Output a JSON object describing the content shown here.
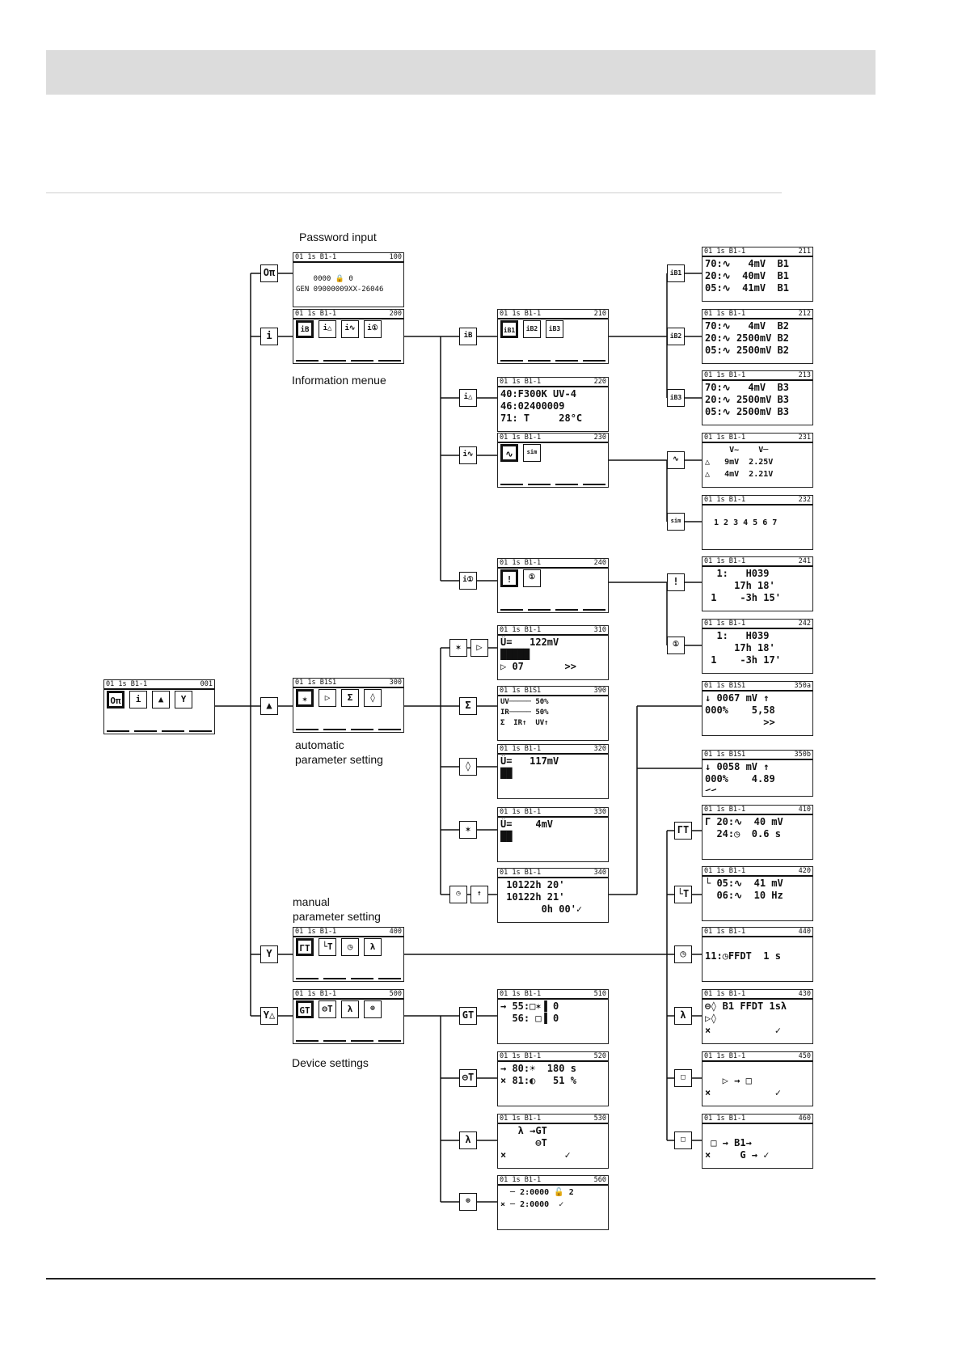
{
  "captions": {
    "password": "Password input",
    "information": "Information menue",
    "automatic": "automatic\nparameter setting",
    "manual": "manual\nparameter setting",
    "device": "Device settings"
  },
  "screens": [
    {
      "id": "001",
      "title": "01 1s B1-1",
      "icons": [
        "Oπ",
        "i",
        "▲",
        "Y"
      ],
      "body": ""
    },
    {
      "id": "100",
      "title": "01 1s B1-1",
      "body": "\n    0000 🔒 0\nGEN 09000009XX-26046"
    },
    {
      "id": "200",
      "title": "01 1s B1-1",
      "icons": [
        "iB",
        "i△",
        "i∿",
        "i①"
      ],
      "body": ""
    },
    {
      "id": "210",
      "title": "01 1s B1-1",
      "icons": [
        "iB1",
        "iB2",
        "iB3"
      ],
      "body": ""
    },
    {
      "id": "220",
      "title": "01 1s B1-1",
      "body": "40:F300K UV-4\n46:02400009\n71: T     28°C"
    },
    {
      "id": "230",
      "title": "01 1s B1-1",
      "icons": [
        "∿",
        "sim"
      ],
      "body": ""
    },
    {
      "id": "240",
      "title": "01 1s B1-1",
      "icons": [
        "!",
        "①"
      ],
      "body": ""
    },
    {
      "id": "310",
      "title": "01 1s B1-1",
      "body": "Û=   122mV\n█████\n▷ 07       >>"
    },
    {
      "id": "300",
      "title": "01 1s B1S1",
      "icons": [
        "✶",
        "▷",
        "Σ",
        "◊"
      ],
      "body": ""
    },
    {
      "id": "390",
      "title": "01 1s B1S1",
      "body": "UV───── 50%\nIR───── 50%\nΣ  IR↑  UV↑"
    },
    {
      "id": "320",
      "title": "01 1s B1-1",
      "body": "Û=   117mV\n██"
    },
    {
      "id": "330",
      "title": "01 1s B1-1",
      "body": "Û=    4mV\n██"
    },
    {
      "id": "340",
      "title": "01 1s B1-1",
      "body": " 10122h 20'\n 10122h 21'\n       0h 00'✓"
    },
    {
      "id": "400",
      "title": "01 1s B1-1",
      "icons": [
        "ΓT",
        "└T",
        "◷",
        "λ"
      ],
      "body": ""
    },
    {
      "id": "500",
      "title": "01 1s B1-1",
      "icons": [
        "GT",
        "⊖T",
        "λ",
        "⊕"
      ],
      "body": ""
    },
    {
      "id": "510",
      "title": "01 1s B1-1",
      "body": "→ 55:□✶▐ 0\n  56: □▐ 0"
    },
    {
      "id": "520",
      "title": "01 1s B1-1",
      "body": "→ 80:☀  180 s\n× 81:◐   51 %"
    },
    {
      "id": "530",
      "title": "01 1s B1-1",
      "body": "   λ →GT\n      ⊖T\n×          ✓"
    },
    {
      "id": "560",
      "title": "01 1s B1-1",
      "body": "  ─ 2:0000 🔓 2\n× ─ 2:0000  ✓"
    },
    {
      "id": "211",
      "title": "01 1s B1-1",
      "body": "70:∿   4mV  B1\n20:∿  40mV  B1\n05:∿  41mV  B1"
    },
    {
      "id": "212",
      "title": "01 1s B1-1",
      "body": "70:∿   4mV  B2\n20:∿ 2500mV B2\n05:∿ 2500mV B2"
    },
    {
      "id": "213",
      "title": "01 1s B1-1",
      "body": "70:∿   4mV  B3\n20:∿ 2500mV B3\n05:∿ 2500mV B3"
    },
    {
      "id": "231",
      "title": "01 1s B1-1",
      "body": "     V~    V─\n△   9mV  2.25V\n△   4mV  2.21V"
    },
    {
      "id": "232",
      "title": "01 1s B1-1",
      "body": "1 2 3 4 5 6 7"
    },
    {
      "id": "241",
      "title": "01 1s B1-1",
      "body": "  1:   H039\n     17h 18'\n 1    -3h 15'"
    },
    {
      "id": "242",
      "title": "01 1s B1-1",
      "body": "  1:   H039\n     17h 18'\n 1    -3h 17'"
    },
    {
      "id": "350a",
      "title": "01 1s B1S1",
      "body": "↓ 0067 mV ↑\n000%    5,58\n          >>"
    },
    {
      "id": "350b",
      "title": "01 1s B1S1",
      "body": "↓ 0058 mV ↑\n000%    4.89\n<<"
    },
    {
      "id": "410",
      "title": "01 1s B1-1",
      "body": "Γ 20:∿  40 mV\n  24:◷  0.6 s"
    },
    {
      "id": "420",
      "title": "01 1s B1-1",
      "body": "└ 05:∿  41 mV\n  06:∿  10 Hz"
    },
    {
      "id": "440",
      "title": "01 1s B1-1",
      "body": "\n11:◷FFDT  1 s"
    },
    {
      "id": "430",
      "title": "01 1s B1-1",
      "body": "⊖◊ B1 FFDT 1sλ\n▷◊\n×           ✓"
    },
    {
      "id": "450",
      "title": "01 1s B1-1",
      "body": "\n   ▷ → □\n×           ✓"
    },
    {
      "id": "460",
      "title": "01 1s B1-1",
      "body": "\n □ → B1→\n×     G → ✓"
    }
  ]
}
